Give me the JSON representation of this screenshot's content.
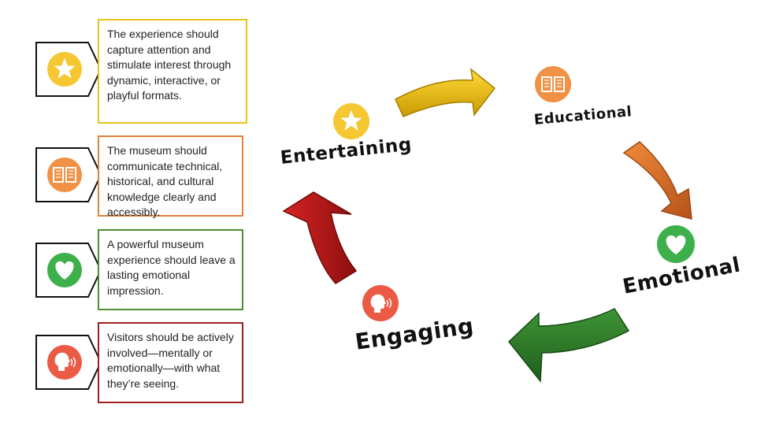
{
  "items": [
    {
      "name": "Entertaining",
      "icon": "star-icon",
      "color": "#F5C200",
      "text": "The experience should capture attention and stimulate interest through dynamic, interactive, or playful formats."
    },
    {
      "name": "Educational",
      "icon": "book-icon",
      "color": "#EE8E3D",
      "text": "The museum should communicate technical, historical, and cultural knowledge clearly and accessibly."
    },
    {
      "name": "Emotional",
      "icon": "heart-icon",
      "color": "#3FAE4E",
      "text": "A powerful museum experience should leave a lasting emotional impression."
    },
    {
      "name": "Engaging",
      "icon": "speaking-head-icon",
      "color": "#E8503A",
      "text": "Visitors should be actively involved—mentally or emotionally—with what they’re seeing."
    }
  ],
  "box_borders": [
    "#E9C21B",
    "#E0813C",
    "#4D8E2F",
    "#A11E1E"
  ],
  "arrow_colors": {
    "entertaining_to_educational": "#E9B800",
    "educational_to_emotional": "#D8641E",
    "emotional_to_engaging": "#2F7A2A",
    "engaging_to_entertaining": "#B51616"
  }
}
